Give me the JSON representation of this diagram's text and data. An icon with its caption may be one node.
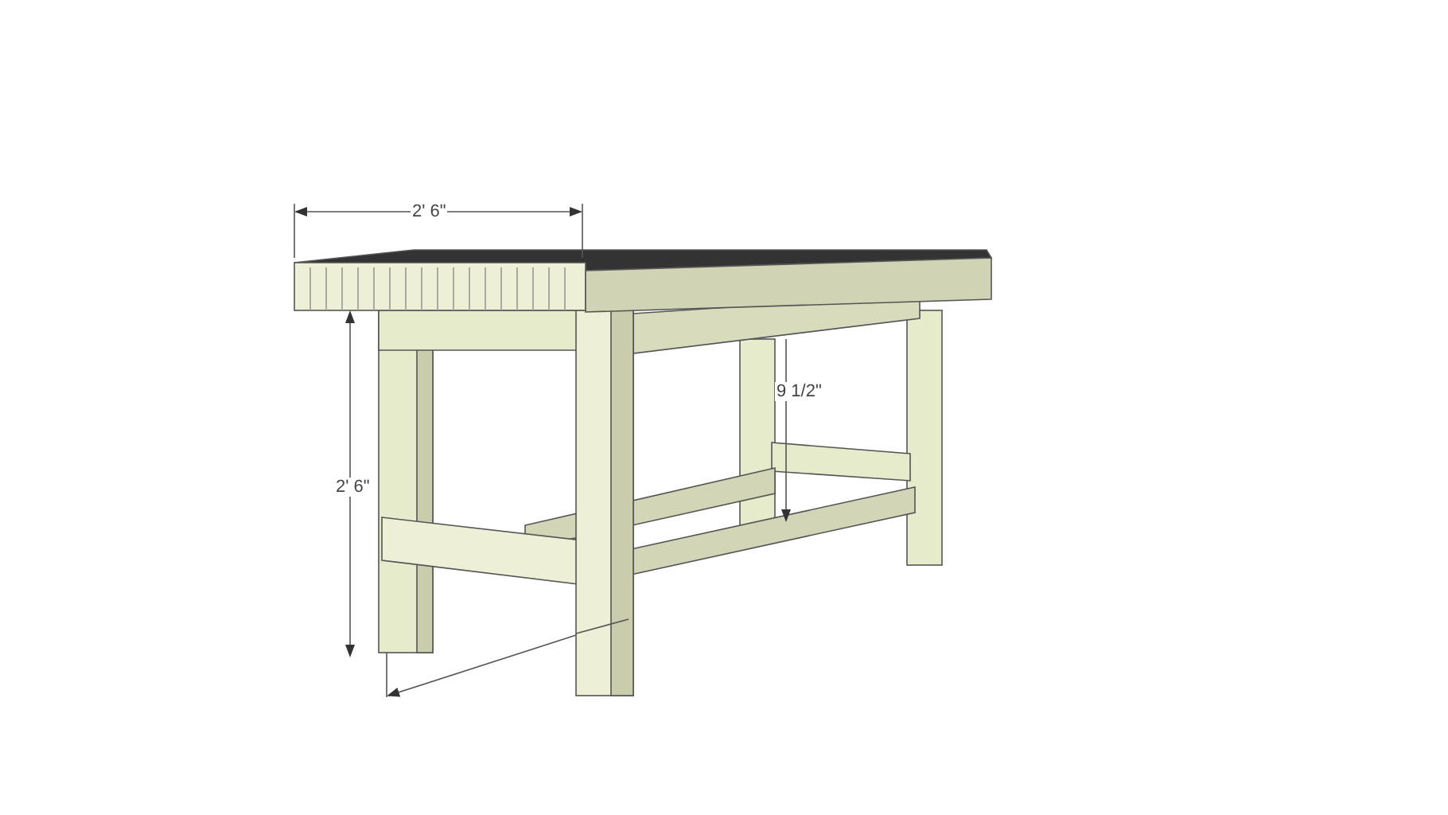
{
  "diagram": {
    "labels": [
      "2' 6\"",
      "2' 6\"",
      "9 1/2\""
    ]
  }
}
